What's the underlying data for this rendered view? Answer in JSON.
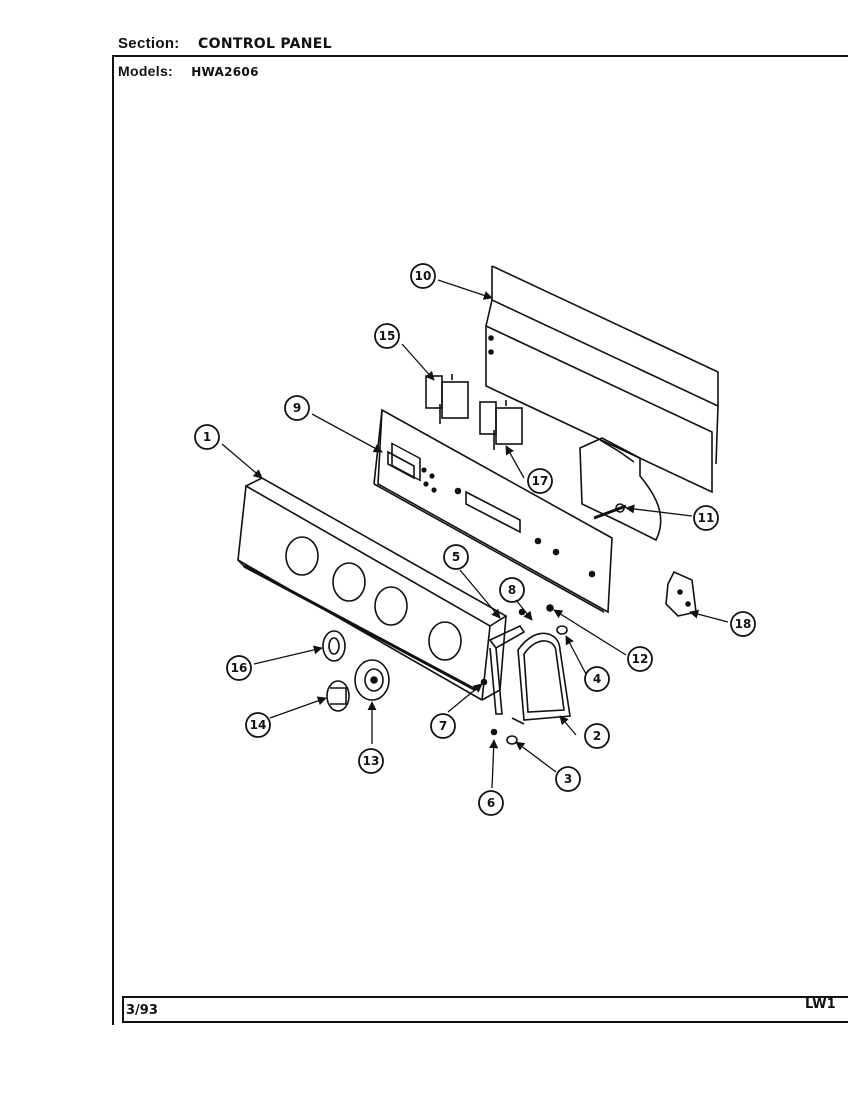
{
  "header": {
    "section_label": "Section:",
    "section_value": "CONTROL PANEL",
    "models_label": "Models:",
    "models_value": "HWA2606"
  },
  "footer": {
    "date": "3/93",
    "doc_number": "LW1"
  },
  "callouts": [
    "1",
    "2",
    "3",
    "4",
    "5",
    "6",
    "7",
    "8",
    "9",
    "10",
    "11",
    "12",
    "13",
    "14",
    "15",
    "16",
    "17",
    "18"
  ]
}
